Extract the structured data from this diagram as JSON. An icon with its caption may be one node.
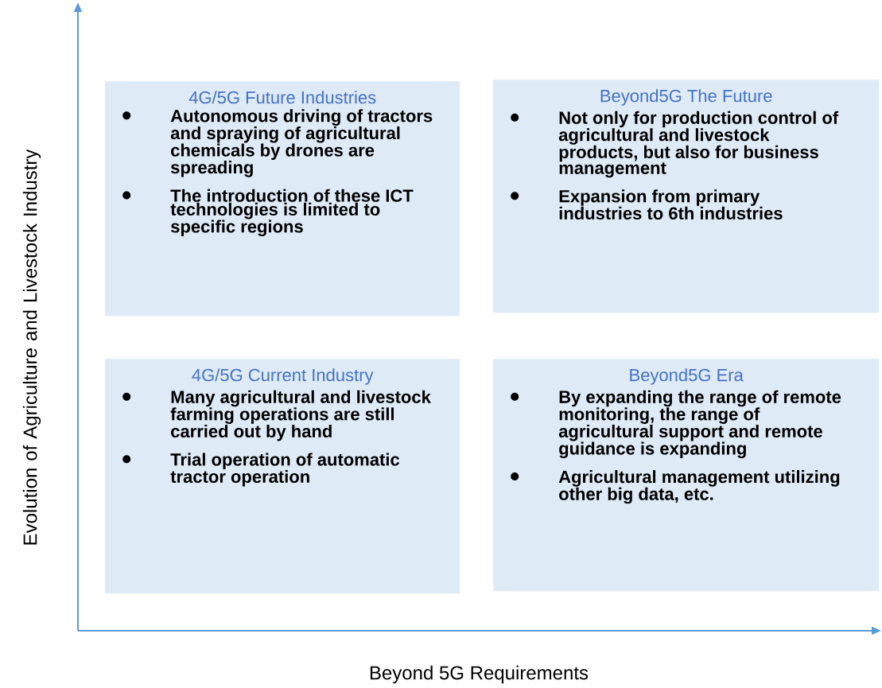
{
  "diagram": {
    "nodes": [
      {
        "text": [
          "4G/5G Future Industries",
          "Autonomous driving of tractors and spraying of agricultural chemicals by drones are spreading",
          "The introduction of these ICT technologies is limited to specific regions"
        ]
      },
      {
        "text": [
          "Beyond5G The Future",
          "Not only for production control of agricultural and livestock products, but also for business management",
          "Expansion from primary industries to 6th industries"
        ]
      },
      {
        "text": [
          "4G/5G Current Industry",
          "Many agricultural and livestock farming operations are still carried out by hand",
          "Trial operation of automatic tractor operation"
        ]
      },
      {
        "text": [
          "Beyond5G Era",
          "By expanding the range of remote monitoring, the range of agricultural support and remote guidance is expanding",
          "Agricultural management utilizing other big data, etc."
        ]
      }
    ],
    "labels": [
      "Evolution of Agriculture and Livestock Industry",
      "Beyond 5G Requirements"
    ]
  }
}
